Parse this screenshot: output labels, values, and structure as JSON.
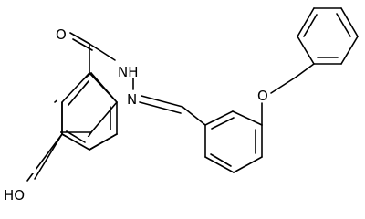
{
  "molecule": {
    "atoms": {
      "carbonyl_oxygen": "O",
      "amide_nh": "NH",
      "hydrazone_n": "N",
      "ether_oxygen": "O",
      "hydroxyl": "HO"
    }
  },
  "colors": {
    "bond": "#000000",
    "label": "#000000",
    "background": "#ffffff"
  }
}
